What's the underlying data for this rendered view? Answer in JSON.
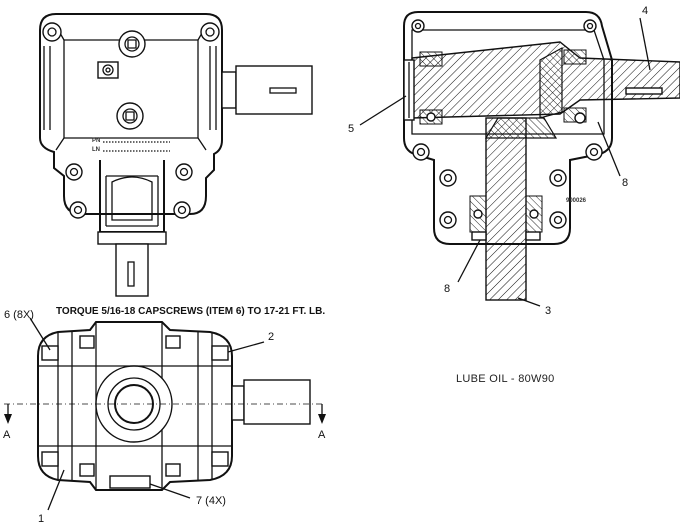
{
  "callouts": {
    "c1": "1",
    "c2": "2",
    "c3": "3",
    "c4": "4",
    "c5": "5",
    "c6": "6 (8X)",
    "c7": "7 (4X)",
    "c8a": "8",
    "c8b": "8"
  },
  "section_marks": {
    "left": "A",
    "right": "A"
  },
  "torque_note": "TORQUE 5/16-18 CAPSCREWS (ITEM 6) TO 17-21 FT. LB.",
  "lube_note": "LUBE OIL - 80W90",
  "part_code": "900026",
  "plate": {
    "pn": "PN",
    "ln": "LN"
  }
}
